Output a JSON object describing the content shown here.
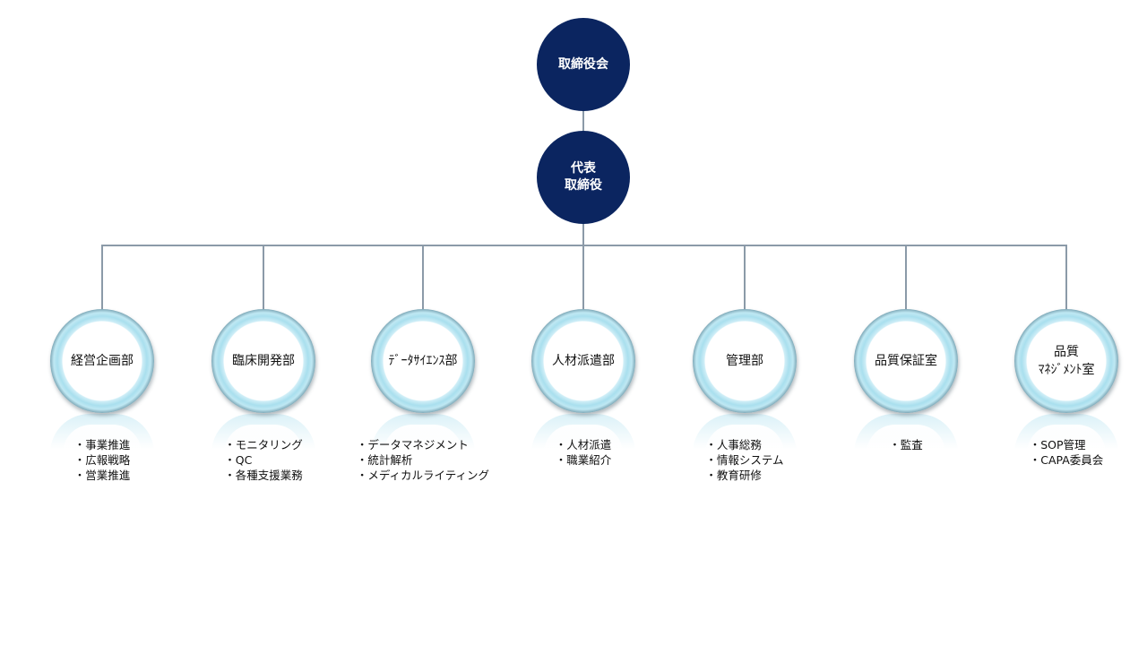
{
  "board": {
    "label": "取締役会"
  },
  "ceo": {
    "label": "代表\n取締役"
  },
  "departments": [
    {
      "name": "経営企画部",
      "duties": [
        "・事業推進",
        "・広報戦略",
        "・営業推進"
      ]
    },
    {
      "name": "臨床開発部",
      "duties": [
        "・モニタリング",
        "・QC",
        "・各種支援業務"
      ]
    },
    {
      "name": "ﾃﾞｰﾀｻｲｴﾝｽ部",
      "duties": [
        "・データマネジメント",
        "・統計解析",
        "・メディカルライティング"
      ]
    },
    {
      "name": "人材派遣部",
      "duties": [
        "・人材派遣",
        "・職業紹介"
      ]
    },
    {
      "name": "管理部",
      "duties": [
        "・人事総務",
        "・情報システム",
        "・教育研修"
      ]
    },
    {
      "name": "品質保証室",
      "duties": [
        "・監査"
      ]
    },
    {
      "name": "品質\nﾏﾈｼﾞﾒﾝﾄ室",
      "duties": [
        "・SOP管理",
        "・CAPA委員会"
      ]
    }
  ],
  "colors": {
    "exec": "#0b2560",
    "connector": "#8b9aa8",
    "ring": "#a9dfee"
  }
}
